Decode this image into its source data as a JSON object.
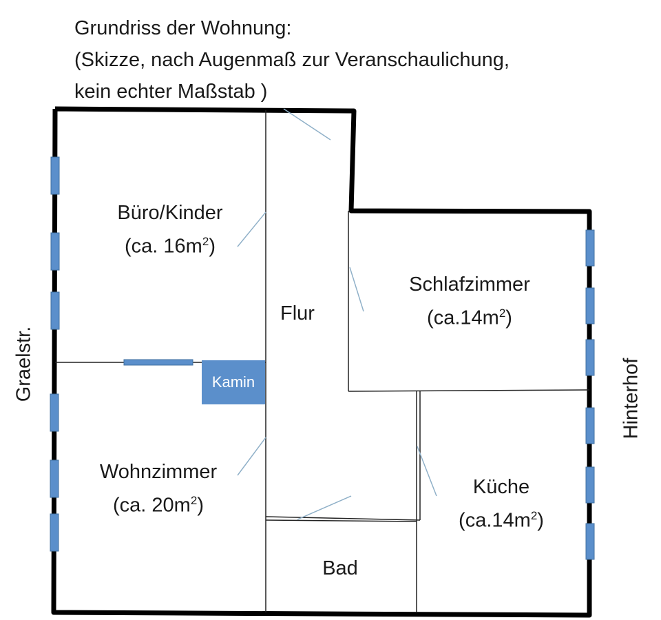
{
  "title": {
    "line1": "Grundriss der Wohnung:",
    "line2": "(Skizze, nach Augenmaß zur Veranschaulichung,",
    "line3": "kein echter Maßstab )"
  },
  "rooms": {
    "buero": {
      "name": "Büro/Kinder",
      "area": "(ca. 16m",
      "sup": "2",
      "close": ")"
    },
    "flur": {
      "name": "Flur"
    },
    "schlafzimmer": {
      "name": "Schlafzimmer",
      "area": "(ca.14m",
      "sup": "2",
      "close": ")"
    },
    "wohnzimmer": {
      "name": "Wohnzimmer",
      "area": "(ca. 20m",
      "sup": "2",
      "close": ")"
    },
    "kueche": {
      "name": "Küche",
      "area": "(ca.14m",
      "sup": "2",
      "close": ")"
    },
    "bad": {
      "name": "Bad"
    }
  },
  "fixtures": {
    "kamin": "Kamin"
  },
  "sides": {
    "left": "Graelstr.",
    "right": "Hinterhof"
  },
  "colors": {
    "wall": "#000000",
    "window": "#5b8fcb",
    "door": "#8fb0c8",
    "kamin": "#5b8fcb"
  }
}
